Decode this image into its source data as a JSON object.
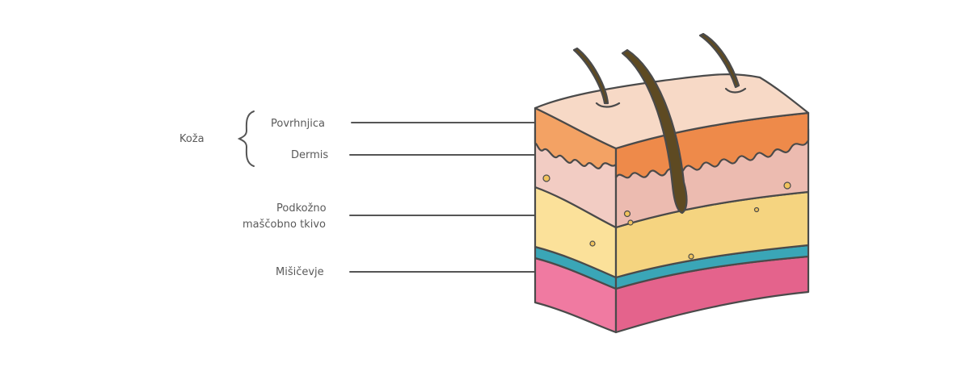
{
  "group": {
    "label": "Koža"
  },
  "labels": {
    "epidermis": "Povrhnjica",
    "dermis": "Dermis",
    "subcutis_line1": "Podkožno",
    "subcutis_line2": "maščobno tkivo",
    "muscle": "Mišičevje"
  },
  "colors": {
    "epidermis_top": "#f7d9c6",
    "epidermis_front": "#f3a264",
    "epidermis_side": "#ee8a4a",
    "dermis_front": "#f2ccc3",
    "dermis_side": "#ecbbb0",
    "fat_front": "#fbe19a",
    "fat_side": "#f5d480",
    "fascia": "#3aa6b7",
    "muscle_front": "#f07aa1",
    "muscle_side": "#e4638c",
    "hair": "#5e4a22"
  }
}
